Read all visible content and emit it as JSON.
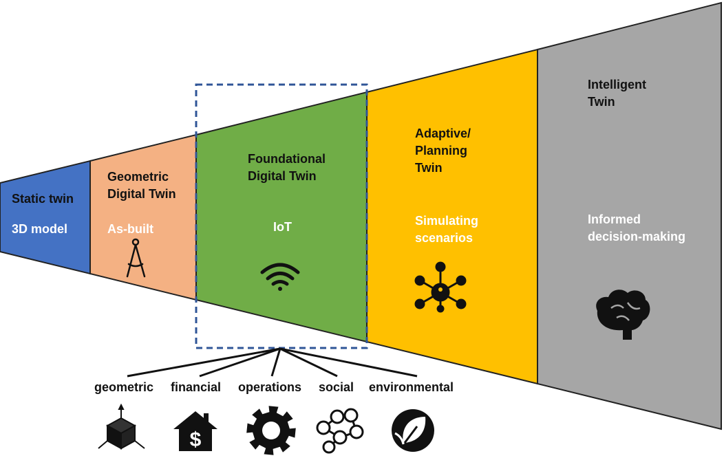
{
  "stages": [
    {
      "title": "Static twin",
      "subtitle": "3D model",
      "icon": "compass-icon",
      "color": "#4472c4"
    },
    {
      "title": "Geometric\nDigital Twin",
      "subtitle": "As-built",
      "icon": "drafting-compass-icon",
      "color": "#f4b183"
    },
    {
      "title": "Foundational\nDigital Twin",
      "subtitle": "IoT",
      "icon": "wifi-icon",
      "color": "#70ad47"
    },
    {
      "title": "Adaptive/\nPlanning\nTwin",
      "subtitle": "Simulating\nscenarios",
      "icon": "network-hub-icon",
      "color": "#ffc000"
    },
    {
      "title": "Intelligent\nTwin",
      "subtitle": "Informed\ndecision-making",
      "icon": "brain-icon",
      "color": "#a6a6a6"
    }
  ],
  "categories": [
    {
      "label": "geometric",
      "icon": "cube-icon"
    },
    {
      "label": "financial",
      "icon": "house-dollar-icon"
    },
    {
      "label": "operations",
      "icon": "gear-icon"
    },
    {
      "label": "social",
      "icon": "people-network-icon"
    },
    {
      "label": "environmental",
      "icon": "leaf-icon"
    }
  ],
  "highlight_color": "#2f5597"
}
